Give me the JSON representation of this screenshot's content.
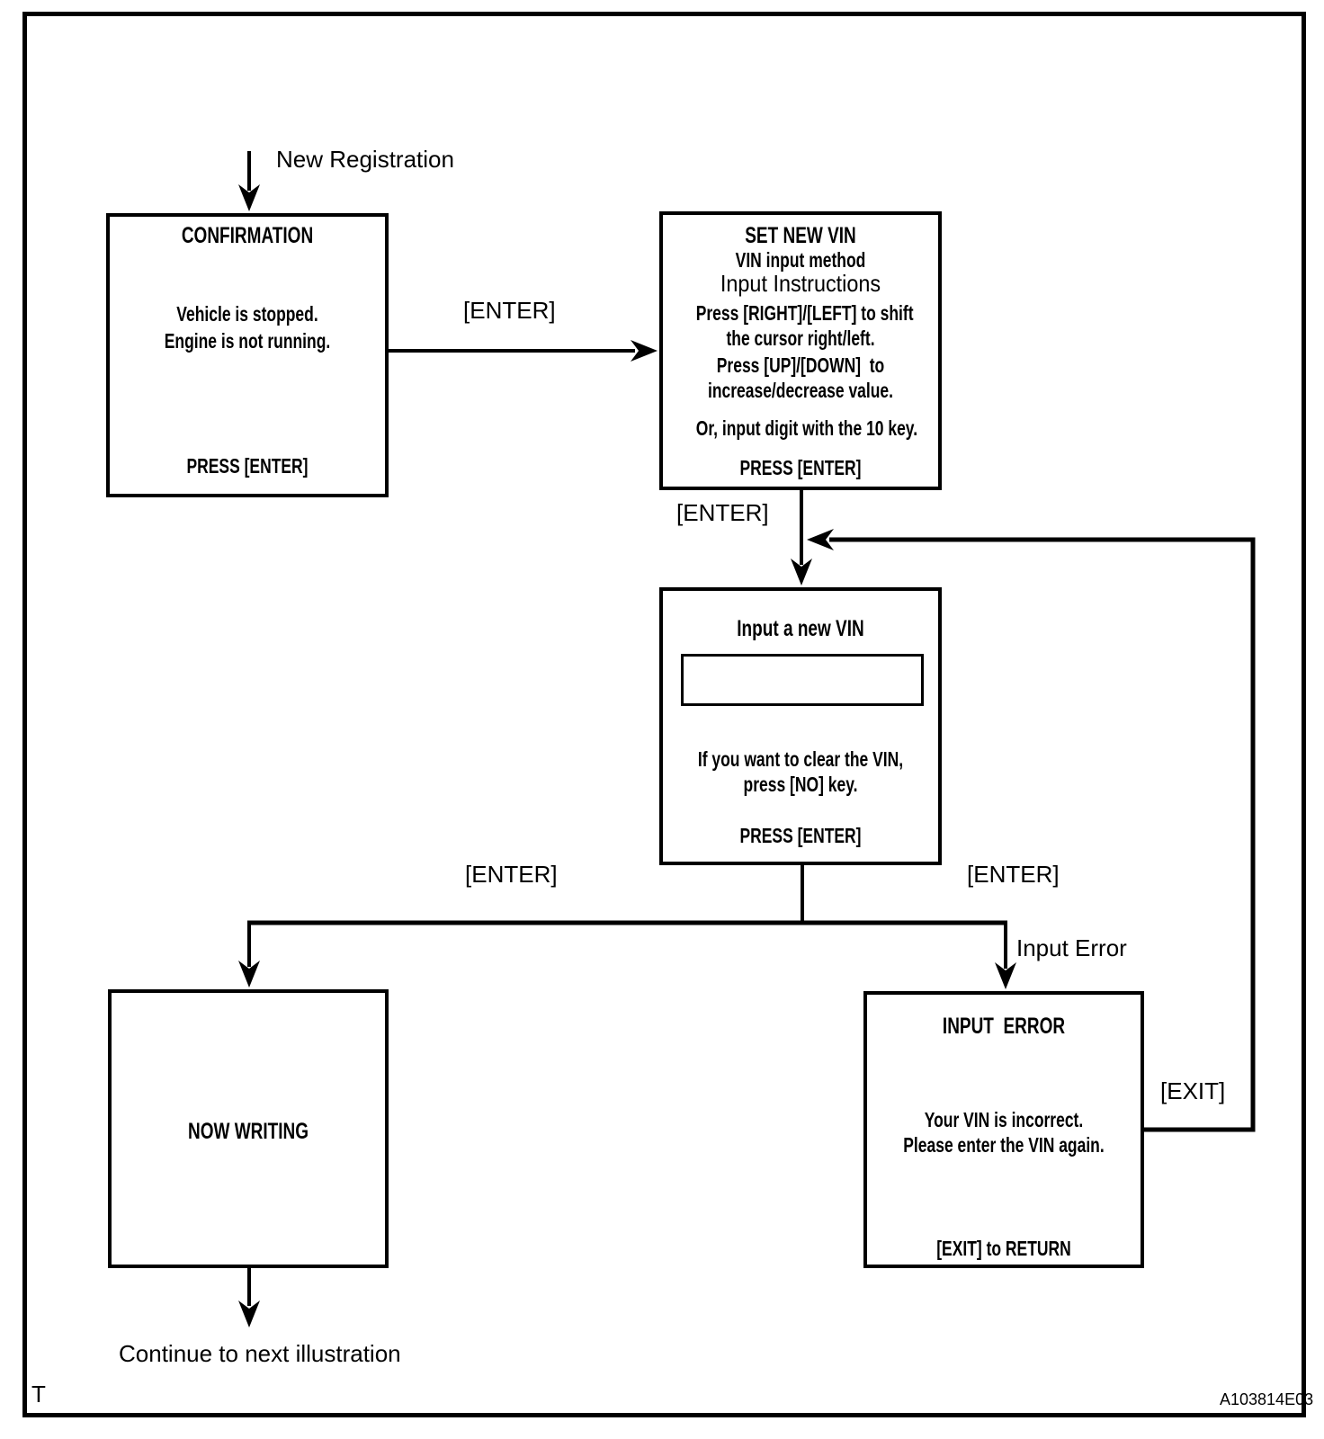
{
  "page": {
    "footer_left": "T",
    "footer_right": "A103814E03",
    "colors": {
      "ink": "#000000",
      "paper": "#ffffff"
    }
  },
  "labels": {
    "new_registration": "New Registration",
    "enter_1": "[ENTER]",
    "enter_2": "[ENTER]",
    "enter_3": "[ENTER]",
    "enter_4": "[ENTER]",
    "input_error": "Input Error",
    "exit": "[EXIT]",
    "continue": "Continue to next illustration"
  },
  "boxes": {
    "confirmation": {
      "title": "CONFIRMATION",
      "message_1": "Vehicle is stopped.",
      "message_2": "Engine is not running.",
      "footer": "PRESS [ENTER]"
    },
    "set_new_vin": {
      "title": "SET NEW VIN",
      "subtitle": "VIN input method",
      "heading": "Input Instructions",
      "line_1": "Press [RIGHT]/[LEFT] to shift",
      "line_2": "the cursor right/left.",
      "line_3": "Press [UP]/[DOWN]  to",
      "line_4": "increase/decrease value.",
      "line_5": "Or, input digit with the 10 key.",
      "footer": "PRESS [ENTER]"
    },
    "input_new_vin": {
      "title": "Input a new VIN",
      "vin_field_value": "",
      "line_1": "If you want to clear the VIN,",
      "line_2": "press [NO] key.",
      "footer": "PRESS [ENTER]"
    },
    "now_writing": {
      "title": "NOW WRITING"
    },
    "input_error": {
      "title": "INPUT  ERROR",
      "line_1": "Your VIN is incorrect.",
      "line_2": "Please enter the VIN again.",
      "footer": "[EXIT] to RETURN"
    }
  }
}
